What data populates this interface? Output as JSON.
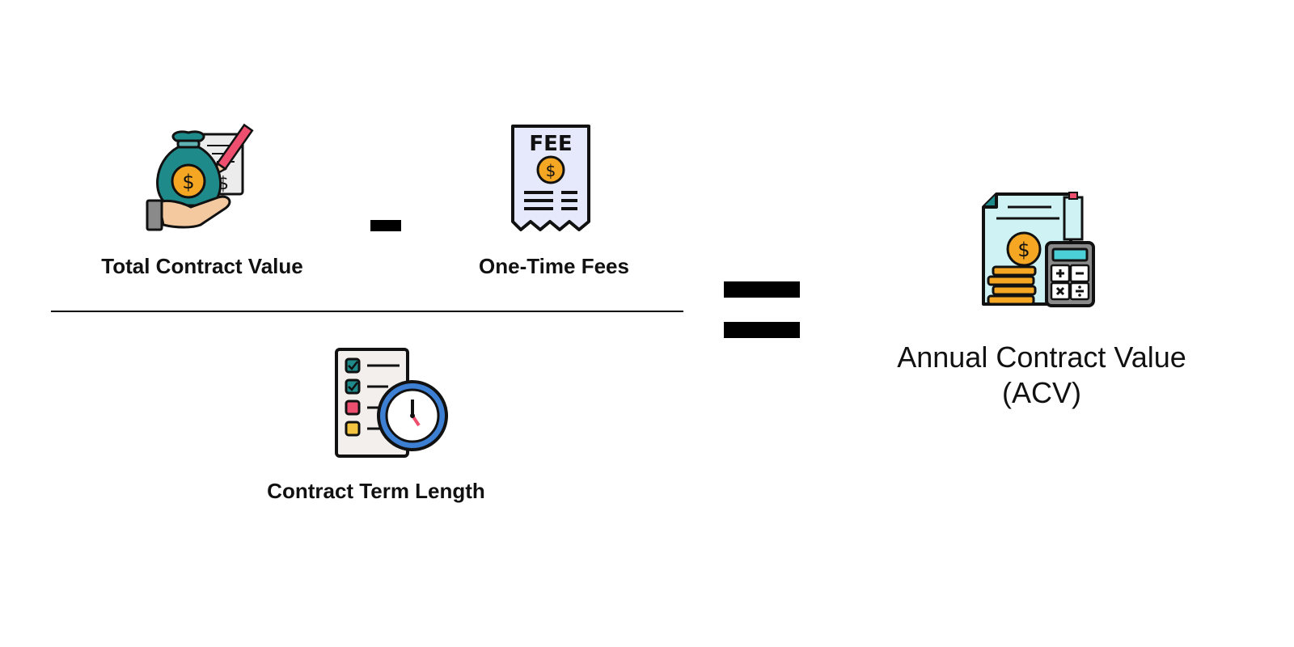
{
  "formula": {
    "numerator": {
      "term1": {
        "label": "Total Contract Value",
        "icon": "money-bag-contract-icon"
      },
      "operator": "minus",
      "term2": {
        "label": "One-Time Fees",
        "icon": "fee-receipt-icon",
        "icon_text": "FEE"
      }
    },
    "denominator": {
      "label": "Contract Term Length",
      "icon": "checklist-clock-icon"
    },
    "equals": "equals",
    "result": {
      "line1": "Annual Contract Value",
      "line2": "(ACV)",
      "icon": "calculator-document-coins-icon"
    }
  },
  "colors": {
    "teal": "#1f8a8a",
    "gold": "#f5a623",
    "pink": "#ef4f6e",
    "lavender": "#e6e9fb",
    "light_cyan": "#cff3f5",
    "blue": "#3d7fd3",
    "skin": "#f5c9a0",
    "outline": "#111111"
  }
}
